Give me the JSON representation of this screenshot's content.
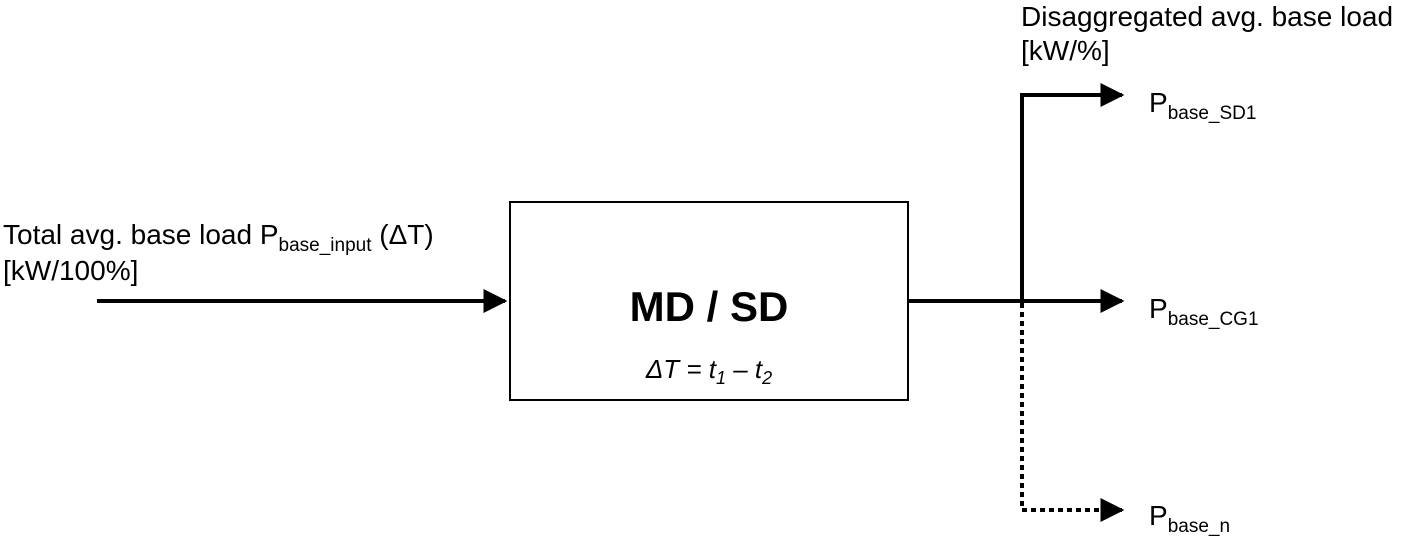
{
  "input": {
    "label_prefix": "Total avg. base load P",
    "label_sub": "base_input",
    "label_suffix": " (ΔT)",
    "unit": "[kW/100%]"
  },
  "block": {
    "title": "MD / SD",
    "formula_prefix": "ΔT = t",
    "formula_sub1": "1",
    "formula_mid": " – t",
    "formula_sub2": "2"
  },
  "output": {
    "header": "Disaggregated avg. base load",
    "unit": "[kW/%]",
    "items": [
      {
        "symbol": "P",
        "sub": "base_SD1"
      },
      {
        "symbol": "P",
        "sub": "base_CG1"
      },
      {
        "symbol": "P",
        "sub": "base_n"
      }
    ]
  }
}
